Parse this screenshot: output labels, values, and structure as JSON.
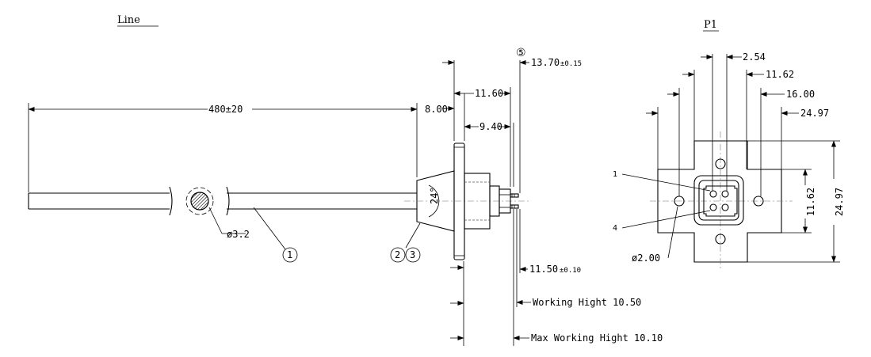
{
  "views": {
    "line_title": "Line",
    "p1_title": "P1"
  },
  "side_view": {
    "cable_length": "480±20",
    "cable_diameter": "ø3.2",
    "balloon_cable": "1",
    "balloon_boot_a": "2",
    "balloon_boot_b": "3",
    "boot_angle": "24°",
    "flange_thickness": "8.00",
    "dim_11_60": "11.60",
    "dim_9_40": "9.40",
    "dim_13_70": "13.70",
    "dim_13_70_tol": "±0.15",
    "dim_11_50": "11.50",
    "dim_11_50_tol": "±0.10",
    "working_height": "Working Hight  10.50",
    "max_working_height": "Max Working Hight 10.10"
  },
  "front_view": {
    "pin_pitch": "2.54",
    "dim_11_62_top": "11.62",
    "dim_16_00": "16.00",
    "dim_24_97_top": "24.97",
    "dim_11_62_side": "11.62",
    "dim_24_97_side": "24.97",
    "hole_diameter": "ø2.00",
    "pin_1_label": "1",
    "pin_4_label": "4"
  }
}
